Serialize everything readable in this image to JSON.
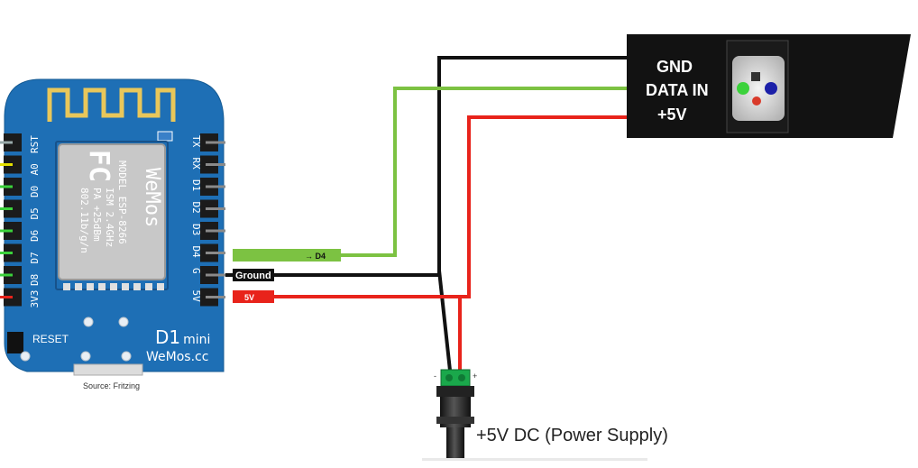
{
  "board": {
    "left_pins": [
      "RST",
      "A0",
      "D0",
      "D5",
      "D6",
      "D7",
      "D8",
      "3V3"
    ],
    "right_pins": [
      "TX",
      "RX",
      "D1",
      "D2",
      "D3",
      "D4",
      "G",
      "5V"
    ],
    "chip_lines": [
      "MODEL  ESP-8266",
      "ISM 2.4GHz",
      "PA +25dBm",
      "802.11b/g/n"
    ],
    "chip_logo": "WeMos",
    "fcc_mark": "FC",
    "reset_label": "RESET",
    "model_name": "D1",
    "model_suffix": "mini",
    "brand": "WeMos.cc",
    "source_note": "Source: Fritzing"
  },
  "wires": {
    "data_label": "→ D4",
    "ground_label": "Ground",
    "power_label": "5V",
    "colors": {
      "data": "#7cc242",
      "ground": "#111111",
      "power": "#e8231b"
    }
  },
  "led_strip": {
    "labels": [
      "GND",
      "DATA IN",
      "+5V"
    ]
  },
  "power_supply": {
    "minus": "-",
    "plus": "+",
    "label": "+5V DC (Power Supply)"
  }
}
